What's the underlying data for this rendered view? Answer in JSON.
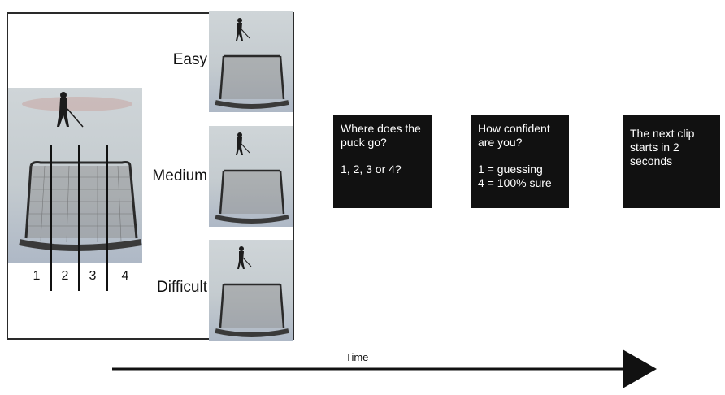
{
  "difficulty": {
    "easy": "Easy",
    "medium": "Medium",
    "difficult": "Difficult"
  },
  "zones": [
    "1",
    "2",
    "3",
    "4"
  ],
  "screens": {
    "question": {
      "line1": "Where does the puck go?",
      "line2": "1, 2, 3 or 4?"
    },
    "confidence": {
      "line1": "How confident are you?",
      "line2": "1 = guessing",
      "line3": "4 = 100% sure"
    },
    "next": {
      "line1": "The next clip starts in 2 seconds"
    }
  },
  "timeline": {
    "label": "Time"
  },
  "colors": {
    "box": "#111111",
    "arrow": "#111111",
    "ice": "#c8cfd3"
  }
}
